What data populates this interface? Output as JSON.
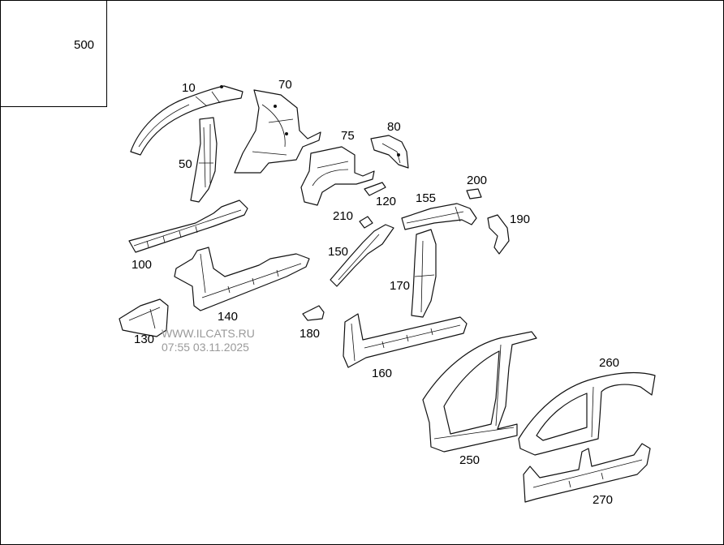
{
  "watermark": {
    "site": "WWW.ILCATS.RU",
    "timestamp": "07:55 03.11.2025"
  },
  "legend": {
    "label": "500",
    "icon": "wrench-icon"
  },
  "callouts": [
    {
      "id": "10",
      "label": "10"
    },
    {
      "id": "50",
      "label": "50"
    },
    {
      "id": "70",
      "label": "70"
    },
    {
      "id": "75",
      "label": "75"
    },
    {
      "id": "80",
      "label": "80"
    },
    {
      "id": "100",
      "label": "100"
    },
    {
      "id": "120",
      "label": "120"
    },
    {
      "id": "130",
      "label": "130"
    },
    {
      "id": "140",
      "label": "140"
    },
    {
      "id": "150",
      "label": "150"
    },
    {
      "id": "155",
      "label": "155"
    },
    {
      "id": "160",
      "label": "160"
    },
    {
      "id": "170",
      "label": "170"
    },
    {
      "id": "180",
      "label": "180"
    },
    {
      "id": "190",
      "label": "190"
    },
    {
      "id": "200",
      "label": "200"
    },
    {
      "id": "210",
      "label": "210"
    },
    {
      "id": "250",
      "label": "250"
    },
    {
      "id": "260",
      "label": "260"
    },
    {
      "id": "270",
      "label": "270"
    }
  ]
}
